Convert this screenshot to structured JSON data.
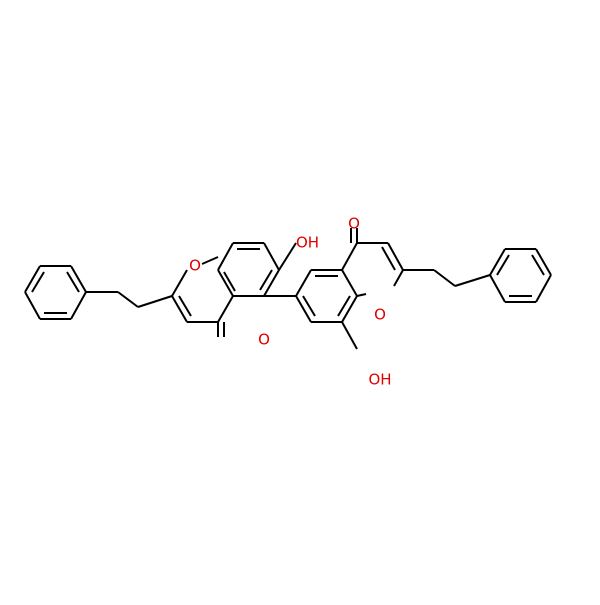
{
  "molecule": {
    "atom_labels": {
      "hydroxyl_top": "OH",
      "ketone_top": "O",
      "ring_oxygen_left": "O",
      "ketone_left": "O",
      "ring_oxygen_right": "O",
      "hydroxyl_bottom": "OH"
    },
    "colors": {
      "bond": "#000000",
      "oxygen": "#e00000",
      "background": "#ffffff"
    }
  }
}
